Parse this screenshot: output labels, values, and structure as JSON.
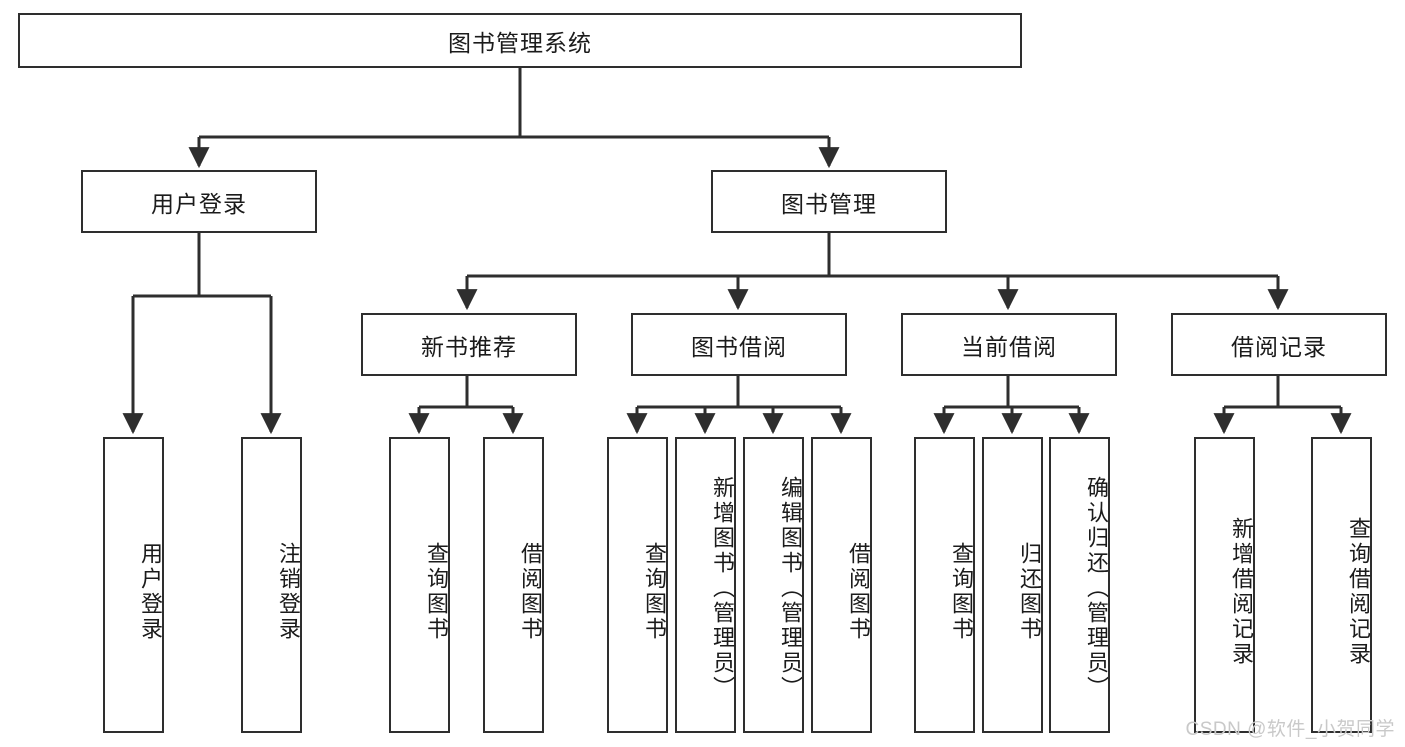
{
  "diagram": {
    "title": "图书管理系统",
    "type": "tree-hierarchy-diagram",
    "colors": {
      "box_border": "#2e2e2e",
      "box_fill": "#ffffff",
      "edge": "#2e2e2e",
      "text": "#1b1b1b",
      "watermark": "#c9c9c9"
    },
    "root": {
      "label": "图书管理系统"
    },
    "level2": [
      {
        "label": "用户登录"
      },
      {
        "label": "图书管理"
      }
    ],
    "level3": [
      {
        "label": "新书推荐"
      },
      {
        "label": "图书借阅"
      },
      {
        "label": "当前借阅"
      },
      {
        "label": "借阅记录"
      }
    ],
    "leaves": {
      "user_login": [
        {
          "label": "用户登录"
        },
        {
          "label": "注销登录"
        }
      ],
      "new_book_recommend": [
        {
          "label": "查询图书"
        },
        {
          "label": "借阅图书"
        }
      ],
      "book_borrow": [
        {
          "label": "查询图书"
        },
        {
          "label": "新增图书（管理员）"
        },
        {
          "label": "编辑图书（管理员）"
        },
        {
          "label": "借阅图书"
        }
      ],
      "current_borrow": [
        {
          "label": "查询图书"
        },
        {
          "label": "归还图书"
        },
        {
          "label": "确认归还（管理员）"
        }
      ],
      "borrow_record": [
        {
          "label": "新增借阅记录"
        },
        {
          "label": "查询借阅记录"
        }
      ]
    },
    "watermark": "CSDN @软件_小贺同学"
  }
}
